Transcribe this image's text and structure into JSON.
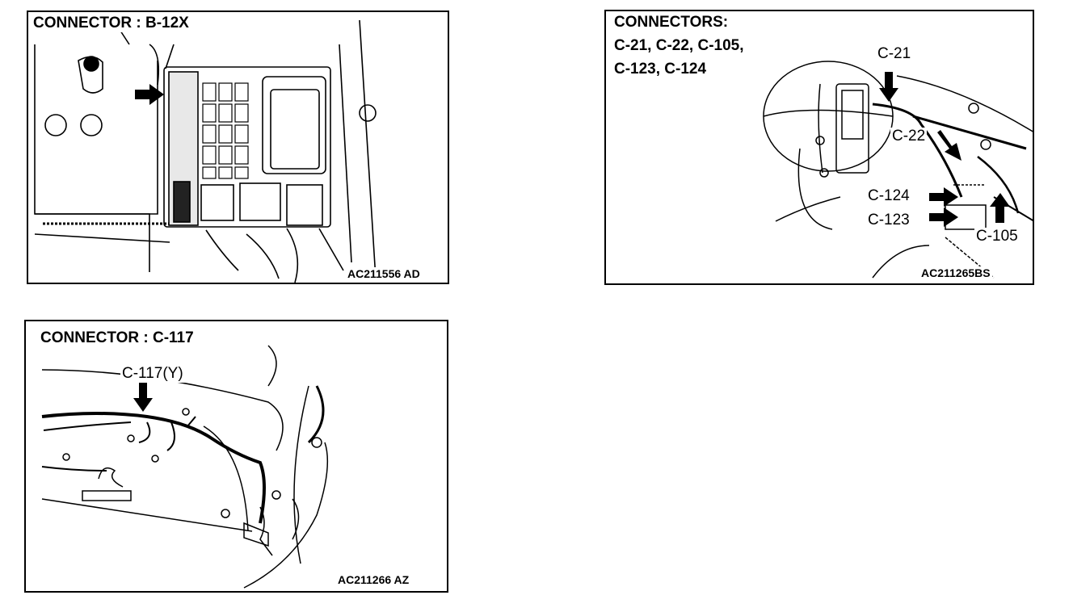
{
  "panels": [
    {
      "title": "CONNECTOR : B-12X",
      "code": "AC211556 AD",
      "labels": []
    },
    {
      "title_lines": [
        "CONNECTORS:",
        "C-21, C-22, C-105,",
        "C-123, C-124"
      ],
      "code": "AC211265BS",
      "labels": [
        "C-21",
        "C-22",
        "C-124",
        "C-123",
        "C-105"
      ]
    },
    {
      "title": "CONNECTOR : C-117",
      "code": "AC211266 AZ",
      "labels": [
        "C-117(Y)"
      ]
    }
  ]
}
